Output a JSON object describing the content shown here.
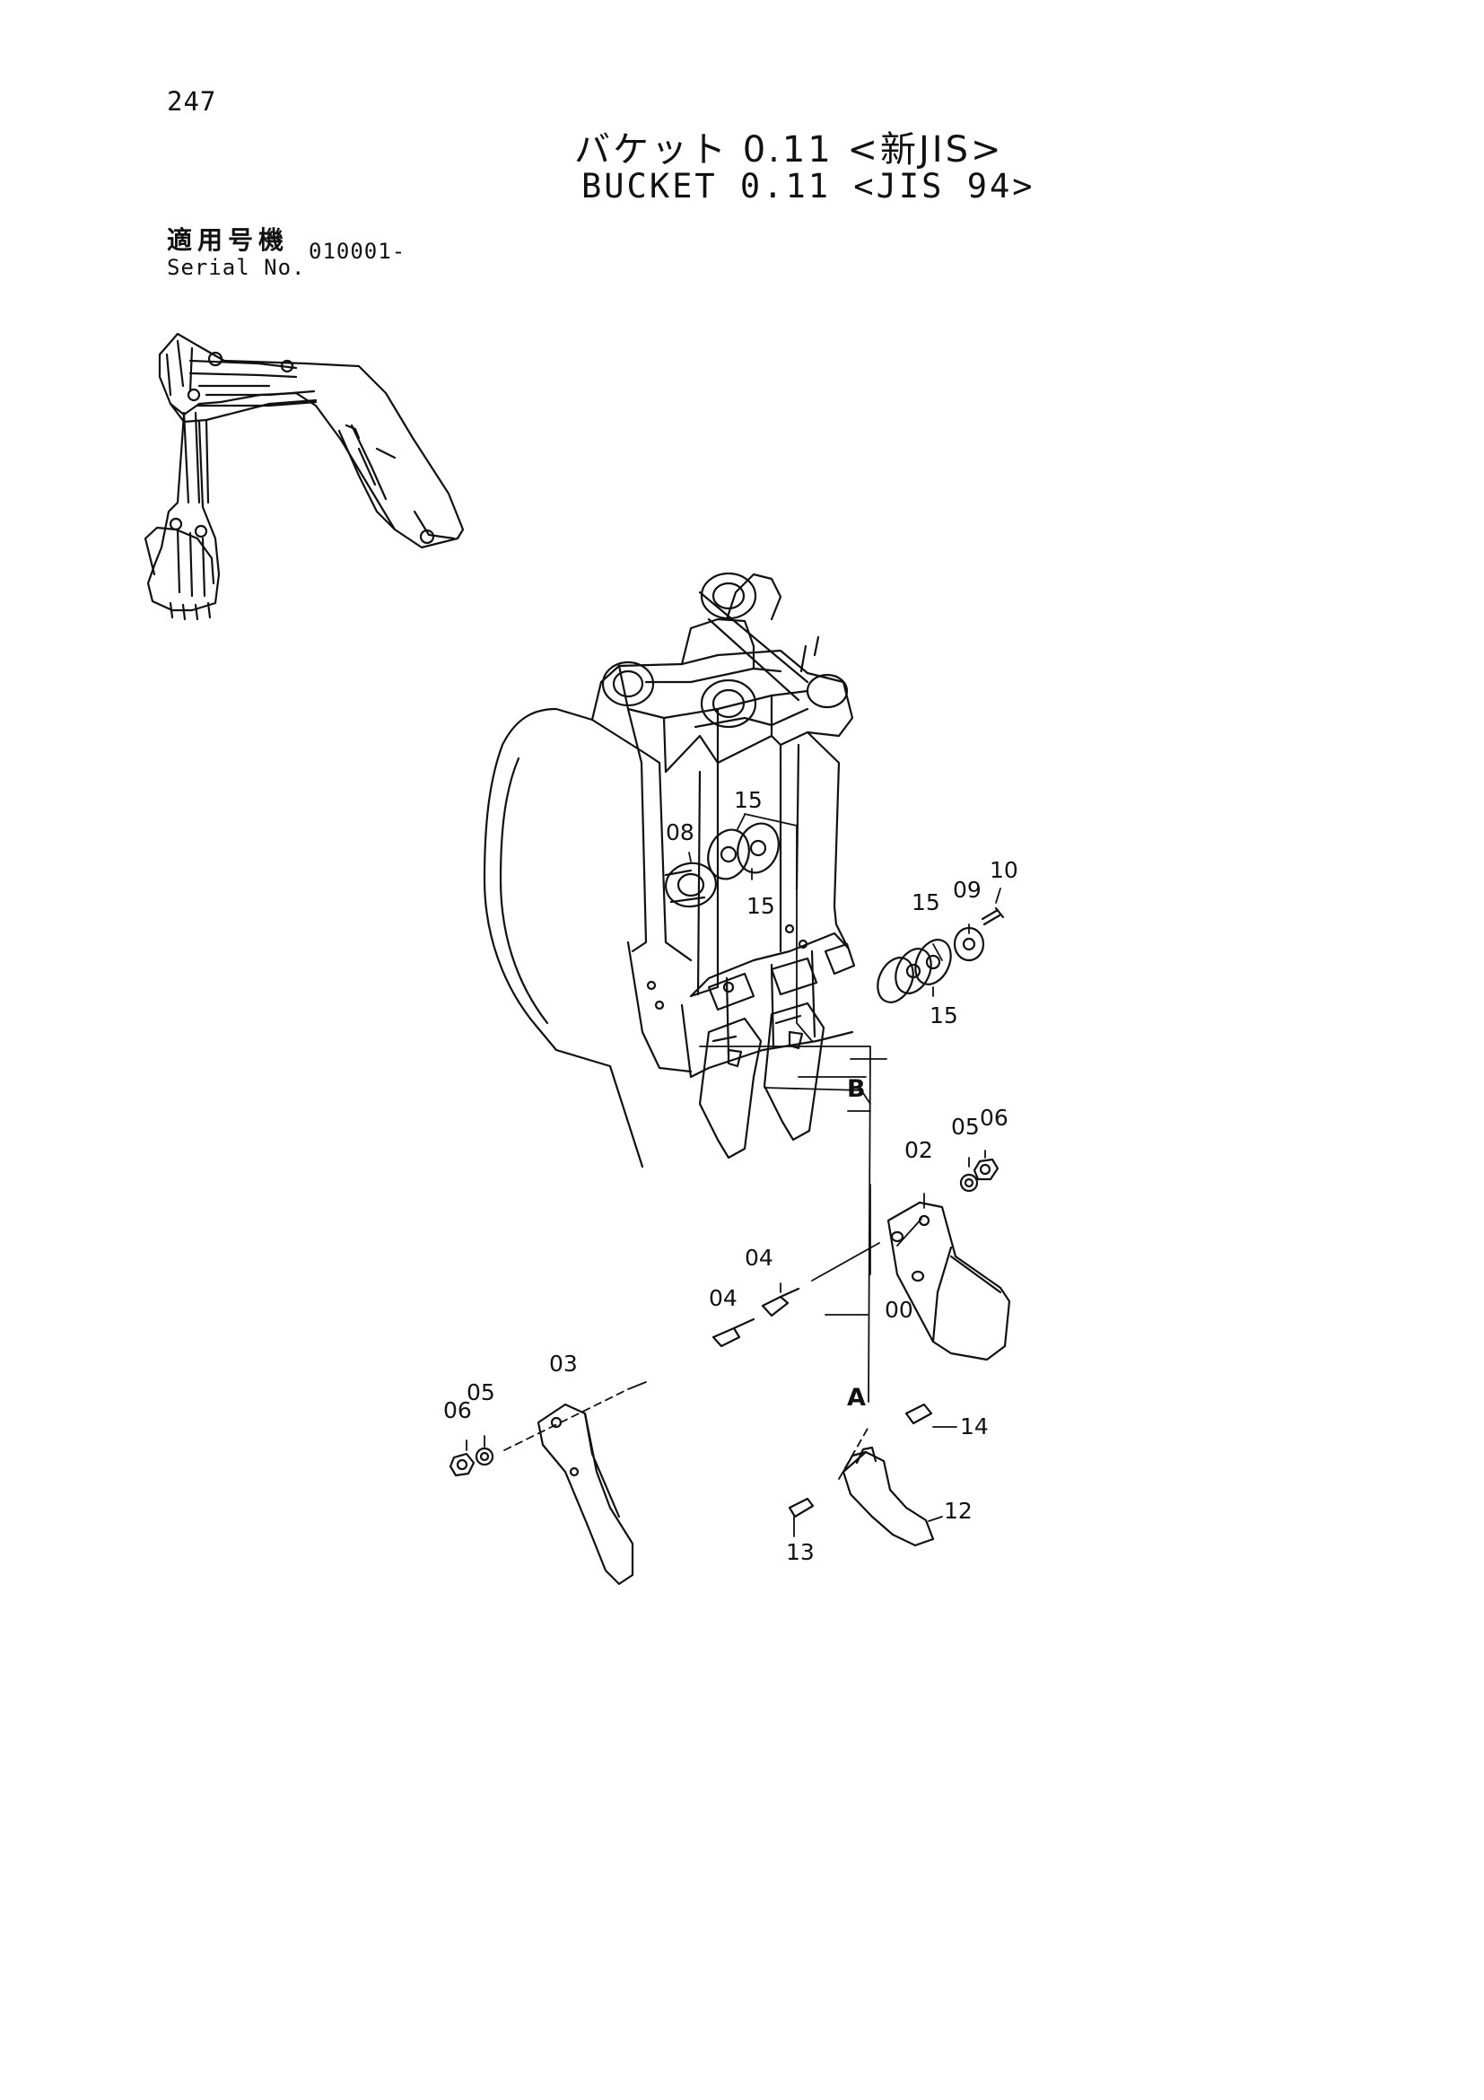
{
  "page": {
    "number": "247"
  },
  "title": {
    "japanese": "バケット 0.11 <新JIS>",
    "english": "BUCKET 0.11 <JIS 94>"
  },
  "serial": {
    "label_jp": "適用号機",
    "label_en": "Serial No.",
    "value": "010001-"
  },
  "callouts": {
    "c15a": "15",
    "c08": "08",
    "c15b": "15",
    "c10": "10",
    "c09": "09",
    "c15c": "15",
    "c15d": "15",
    "cB": "B",
    "c05r": "05",
    "c06r": "06",
    "c02": "02",
    "c04a": "04",
    "c04b": "04",
    "c00": "00",
    "c03": "03",
    "c05l": "05",
    "c06l": "06",
    "cA": "A",
    "c14": "14",
    "c12": "12",
    "c13": "13"
  },
  "colors": {
    "ink": "#111111",
    "paper": "#ffffff"
  }
}
